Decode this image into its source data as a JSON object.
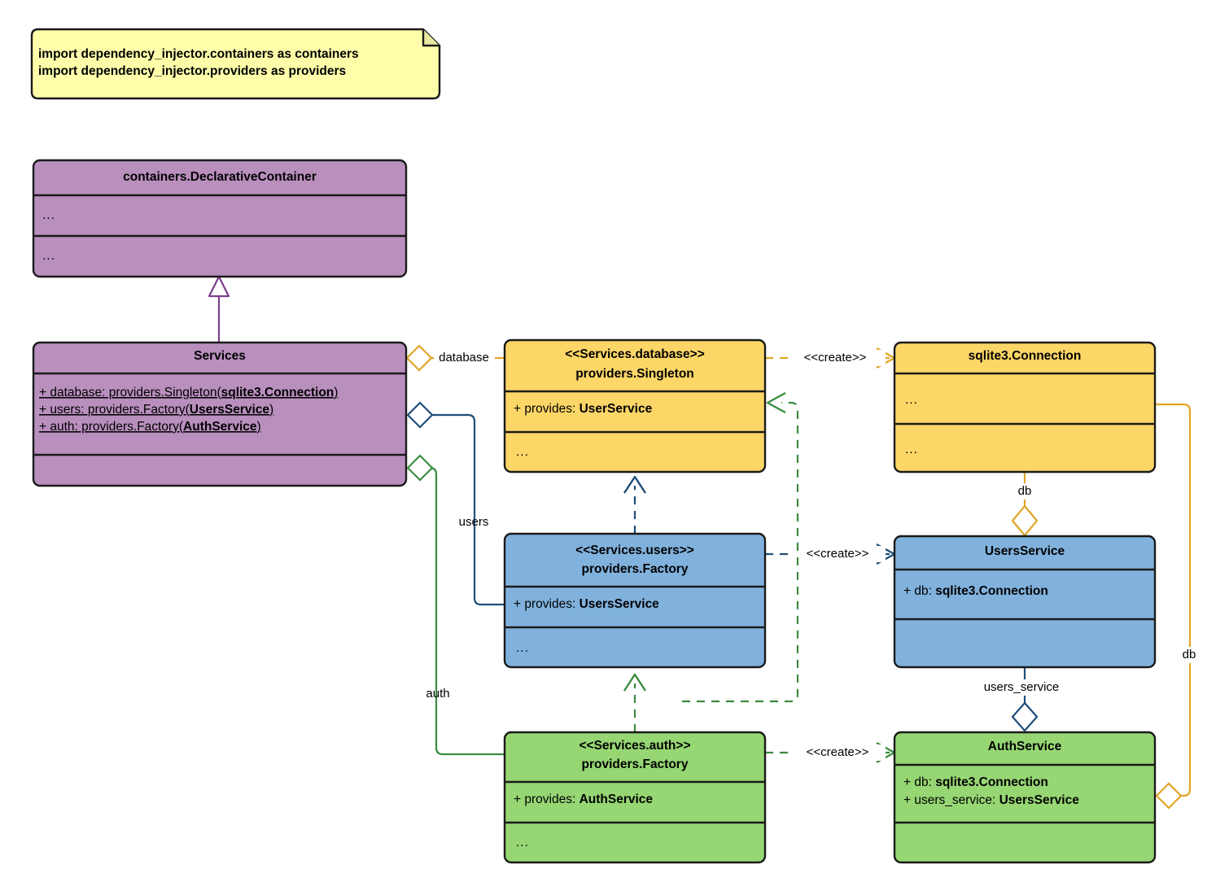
{
  "diagram": {
    "type": "uml-class-diagram",
    "title": "dependency_injector Services container",
    "note": {
      "name": "import-note",
      "lines": [
        "import dependency_injector.containers as containers",
        "import dependency_injector.providers as providers"
      ],
      "fill": "#fdfdaa",
      "stroke": "#1a1a1a"
    },
    "colors": {
      "purple": "#b98fbe",
      "yellow": "#fcd667",
      "blue": "#81b2dd",
      "green": "#96d673",
      "orange_edge": "#e0a526",
      "blue_edge": "#1f4e79",
      "green_edge": "#3b8c3f",
      "purple_edge": "#7b3f8c",
      "outline": "#1a1a1a"
    },
    "classes": [
      {
        "id": "declarative-container",
        "name": "containers.DeclarativeContainer",
        "stereotype": "",
        "fill": "#b98fbe",
        "attributes": [
          "..."
        ],
        "operations": [
          "..."
        ]
      },
      {
        "id": "services",
        "name": "Services",
        "stereotype": "",
        "fill": "#b98fbe",
        "attributes": [
          {
            "prefix": "+ database: providers.Singleton(",
            "bold": "sqlite3.Connection",
            "suffix": ")",
            "underline": true
          },
          {
            "prefix": "+ users: providers.Factory(",
            "bold": "UsersService",
            "suffix": ")",
            "underline": true
          },
          {
            "prefix": "+ auth: providers.Factory(",
            "bold": "AuthService",
            "suffix": ")",
            "underline": true
          }
        ],
        "operations": []
      },
      {
        "id": "services-database",
        "stereotype": "<<Services.database>>",
        "name": "providers.Singleton",
        "fill": "#fcd667",
        "attributes": [
          {
            "prefix": "+ provides: ",
            "bold": "UserService",
            "suffix": ""
          }
        ],
        "operations": [
          "..."
        ]
      },
      {
        "id": "sqlite3-connection",
        "stereotype": "",
        "name": "sqlite3.Connection",
        "fill": "#fcd667",
        "attributes": [
          "..."
        ],
        "operations": [
          "..."
        ]
      },
      {
        "id": "services-users",
        "stereotype": "<<Services.users>>",
        "name": "providers.Factory",
        "fill": "#81b2dd",
        "attributes": [
          {
            "prefix": "+ provides: ",
            "bold": "UsersService",
            "suffix": ""
          }
        ],
        "operations": [
          "..."
        ]
      },
      {
        "id": "users-service",
        "stereotype": "",
        "name": "UsersService",
        "fill": "#81b2dd",
        "attributes": [
          {
            "prefix": "+ db: ",
            "bold": "sqlite3.Connection",
            "suffix": ""
          }
        ],
        "operations": []
      },
      {
        "id": "services-auth",
        "stereotype": "<<Services.auth>>",
        "name": "providers.Factory",
        "fill": "#96d673",
        "attributes": [
          {
            "prefix": "+ provides: ",
            "bold": "AuthService",
            "suffix": ""
          }
        ],
        "operations": [
          "..."
        ]
      },
      {
        "id": "auth-service",
        "stereotype": "",
        "name": "AuthService",
        "fill": "#96d673",
        "attributes": [
          {
            "prefix": "+ db: ",
            "bold": "sqlite3.Connection",
            "suffix": ""
          },
          {
            "prefix": "+ users_service: ",
            "bold": "UsersService",
            "suffix": ""
          }
        ],
        "operations": []
      }
    ],
    "relationships": [
      {
        "id": "inheritance-services",
        "from": "services",
        "to": "declarative-container",
        "kind": "generalization",
        "label": "",
        "color": "#7b3f8c"
      },
      {
        "id": "agg-database",
        "from": "services",
        "to": "services-database",
        "kind": "aggregation",
        "label": "database",
        "color": "#e0a526"
      },
      {
        "id": "agg-users",
        "from": "services",
        "to": "services-users",
        "kind": "aggregation",
        "label": "users",
        "color": "#1f4e79"
      },
      {
        "id": "agg-auth",
        "from": "services",
        "to": "services-auth",
        "kind": "aggregation",
        "label": "auth",
        "color": "#3b8c3f"
      },
      {
        "id": "create-database",
        "from": "services-database",
        "to": "sqlite3-connection",
        "kind": "dependency",
        "label": "<<create>>",
        "color": "#e0a526"
      },
      {
        "id": "create-users",
        "from": "services-users",
        "to": "users-service",
        "kind": "dependency",
        "label": "<<create>>",
        "color": "#1f4e79"
      },
      {
        "id": "create-auth",
        "from": "services-auth",
        "to": "auth-service",
        "kind": "dependency",
        "label": "<<create>>",
        "color": "#3b8c3f"
      },
      {
        "id": "dep-users-database",
        "from": "services-users",
        "to": "services-database",
        "kind": "dependency",
        "label": "",
        "color": "#1f4e79"
      },
      {
        "id": "dep-auth-users",
        "from": "services-auth",
        "to": "services-users",
        "kind": "dependency",
        "label": "",
        "color": "#3b8c3f"
      },
      {
        "id": "dep-auth-database",
        "from": "services-auth",
        "to": "services-database",
        "kind": "dependency",
        "label": "",
        "color": "#3b8c3f"
      },
      {
        "id": "agg-db-users",
        "from": "sqlite3-connection",
        "to": "users-service",
        "kind": "aggregation",
        "label": "db",
        "color": "#e0a526"
      },
      {
        "id": "agg-db-auth",
        "from": "sqlite3-connection",
        "to": "auth-service",
        "kind": "aggregation",
        "label": "db",
        "color": "#e0a526"
      },
      {
        "id": "agg-users-service-auth",
        "from": "users-service",
        "to": "auth-service",
        "kind": "aggregation",
        "label": "users_service",
        "color": "#1f4e79"
      }
    ],
    "labels": {
      "database": "database",
      "users": "users",
      "auth": "auth",
      "create": "<<create>>",
      "db_upper": "db",
      "db_lower": "db",
      "users_service": "users_service",
      "dots": "..."
    }
  }
}
